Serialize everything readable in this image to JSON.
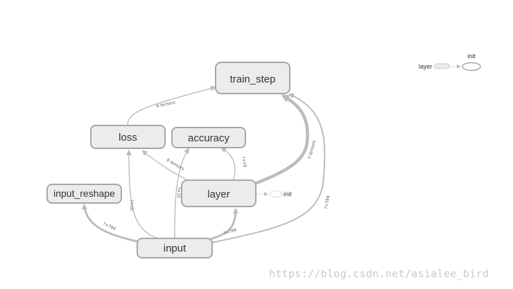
{
  "colors": {
    "node_fill": "#ececec",
    "node_stroke": "#a6a6a6",
    "edge": "#bcbcbc",
    "text": "#333333",
    "watermark": "#c9c9c9"
  },
  "graph": {
    "nodes": {
      "train_step": "train_step",
      "loss": "loss",
      "accuracy": "accuracy",
      "input_reshape": "input_reshape",
      "layer": "layer",
      "input": "input",
      "layer_init": "init"
    },
    "edge_labels": {
      "loss_to_train_step": "6 tensors",
      "layer_to_train_step": "7 tensors",
      "input_to_train_step": "?×784",
      "layer_to_loss": "6 tensors",
      "layer_to_accuracy": "?×10",
      "input_to_loss": "?×10",
      "input_to_accuracy": "?×10",
      "input_to_input_reshape": "?×784",
      "input_to_layer": "?×784"
    }
  },
  "legend": {
    "layer_label": "layer",
    "init_label": "init"
  },
  "watermark": "https://blog.csdn.net/asialee_bird"
}
